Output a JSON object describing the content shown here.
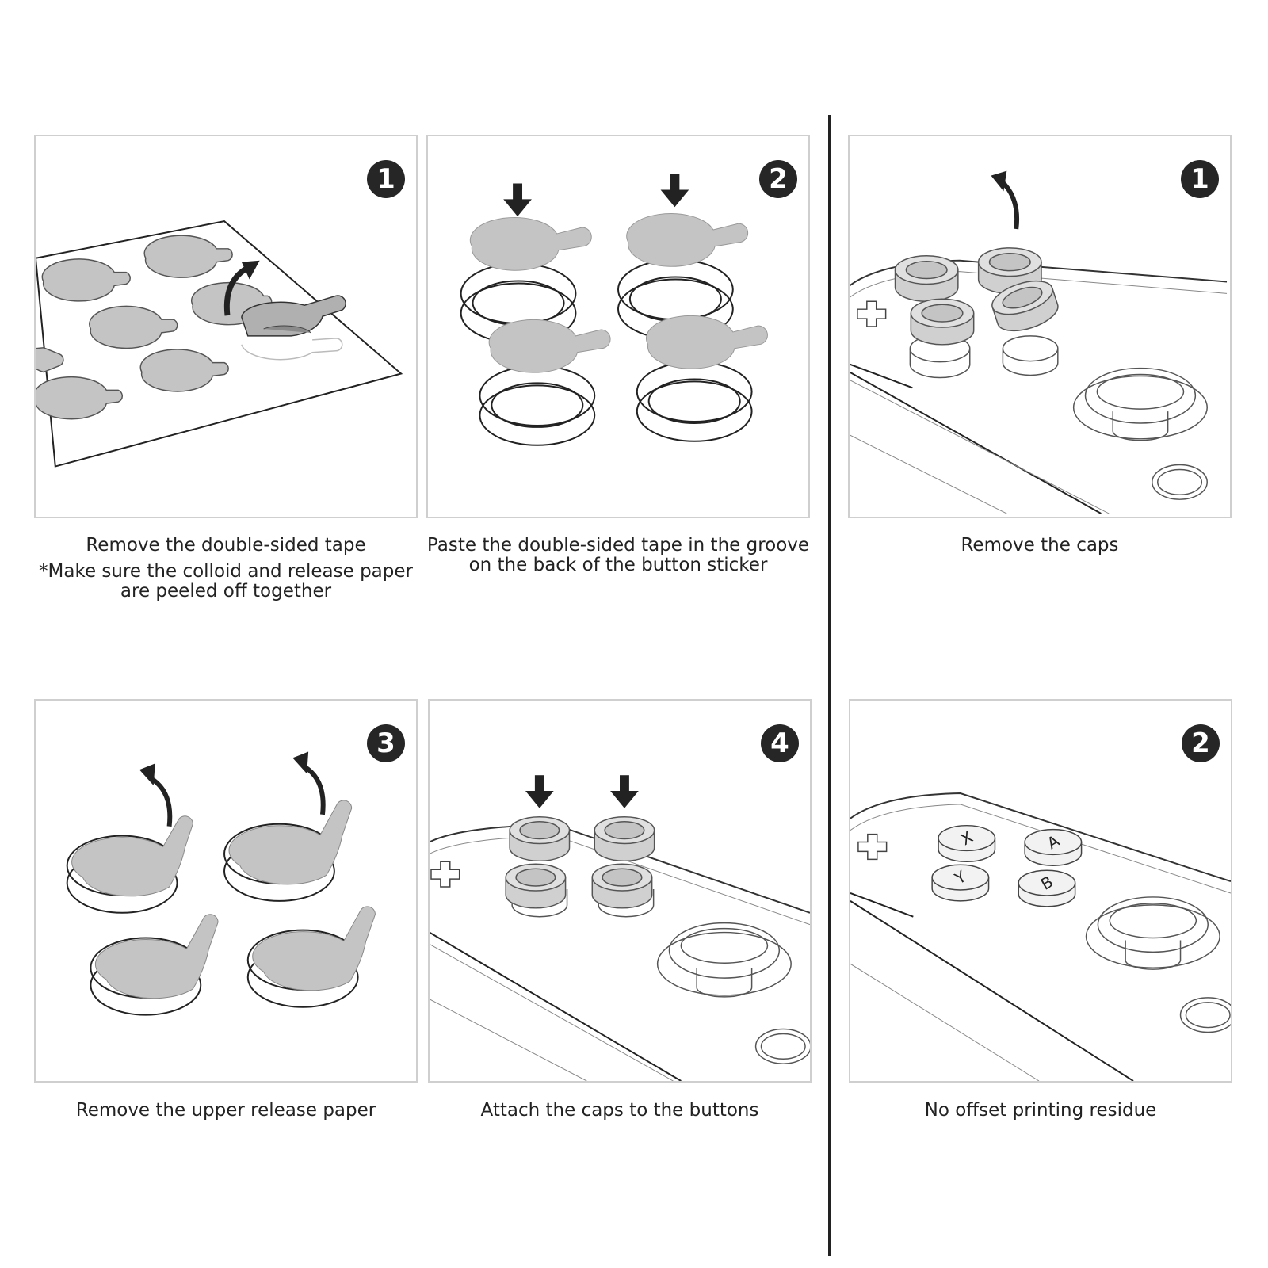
{
  "left_steps": [
    {
      "number": "1",
      "lines": [
        "Remove the double-sided tape",
        "*Make sure the colloid and release paper",
        "are peeled off together"
      ]
    },
    {
      "number": "2",
      "lines": [
        "Paste the double-sided tape in the groove",
        "on the back of the button sticker"
      ]
    },
    {
      "number": "3",
      "lines": [
        "Remove the upper release paper"
      ]
    },
    {
      "number": "4",
      "lines": [
        "Attach the caps to the buttons"
      ]
    }
  ],
  "right_steps": [
    {
      "number": "1",
      "lines": [
        "Remove the caps"
      ]
    },
    {
      "number": "2",
      "lines": [
        "No offset printing residue"
      ]
    }
  ],
  "button_letters": [
    "X",
    "A",
    "Y",
    "B"
  ],
  "colors": {
    "gray_fill": "#c4c4c4",
    "line": "#222222",
    "badge": "#262626",
    "border": "#cfcfcf"
  }
}
